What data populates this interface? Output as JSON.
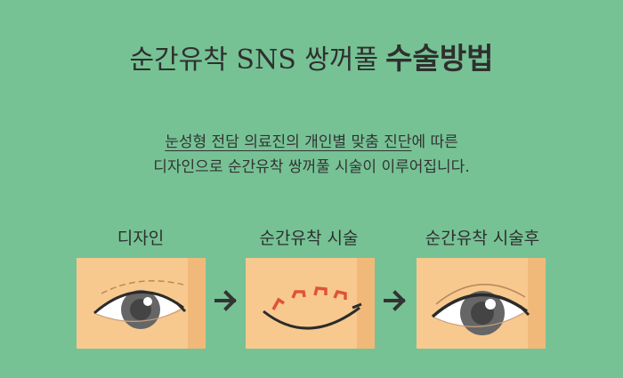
{
  "header": {
    "title_light": "순간유착 SNS 쌍꺼풀",
    "title_bold": "수술방법"
  },
  "description": {
    "line1_underlined": "눈성형 전담 의료진의 개인별 맞춤 진단",
    "line1_rest": "에 따른",
    "line2": "디자인으로 순간유착 쌍꺼풀 시술이 이루어집니다."
  },
  "steps": [
    {
      "label": "디자인"
    },
    {
      "label": "순간유착 시술"
    },
    {
      "label": "순간유착 시술후"
    }
  ],
  "icons": {
    "arrow_1": "arrow-right-icon",
    "arrow_2": "arrow-right-icon"
  },
  "colors": {
    "background": "#76c295",
    "skin": "#f7c98f",
    "skin_shadow": "#f0b97a",
    "stitch": "#e0523b",
    "iris": "#666666",
    "outline": "#2b2b2b"
  }
}
